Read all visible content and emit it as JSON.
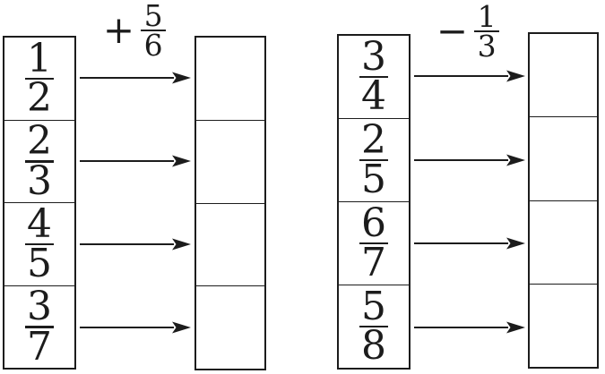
{
  "page": {
    "background_color": "#ffffff",
    "ink_color": "#1c1c1c"
  },
  "machines": [
    {
      "side": "left",
      "operation": {
        "sign": "+",
        "numerator": "5",
        "denominator": "6"
      },
      "inputs": [
        {
          "numerator": "1",
          "denominator": "2"
        },
        {
          "numerator": "2",
          "denominator": "3"
        },
        {
          "numerator": "4",
          "denominator": "5"
        },
        {
          "numerator": "3",
          "denominator": "7"
        }
      ],
      "outputs": [
        "",
        "",
        "",
        ""
      ]
    },
    {
      "side": "right",
      "operation": {
        "sign": "−",
        "numerator": "1",
        "denominator": "3"
      },
      "inputs": [
        {
          "numerator": "3",
          "denominator": "4"
        },
        {
          "numerator": "2",
          "denominator": "5"
        },
        {
          "numerator": "6",
          "denominator": "7"
        },
        {
          "numerator": "5",
          "denominator": "8"
        }
      ],
      "outputs": [
        "",
        "",
        "",
        ""
      ]
    }
  ]
}
